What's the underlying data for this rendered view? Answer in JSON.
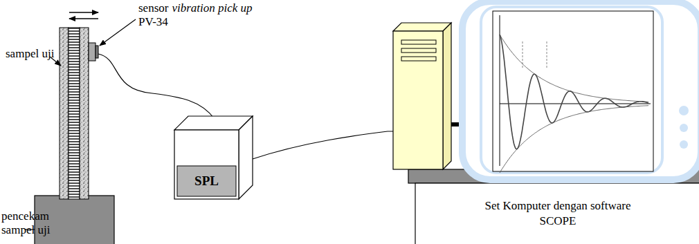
{
  "diagram": {
    "nodes": [
      {
        "text": [
          "SPL"
        ]
      },
      {
        "text": [
          "Set Komputer dengan software SCOPE"
        ]
      }
    ],
    "labels": [
      "sampel uji",
      "sensor",
      "vibration pick up",
      "PV-34",
      "pencekam",
      "sampel uji"
    ]
  }
}
